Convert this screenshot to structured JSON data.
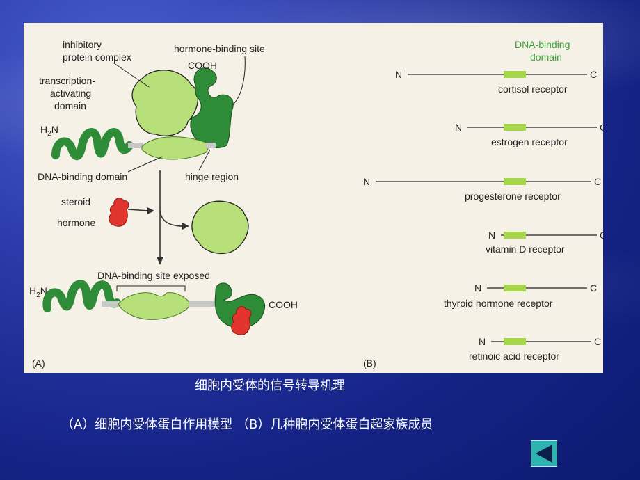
{
  "panel_a": {
    "inhibitory_label_1": "inhibitory",
    "inhibitory_label_2": "protein complex",
    "hormone_binding_site": "hormone-binding site",
    "cooh_top": "COOH",
    "transcription_label_1": "transcription-",
    "transcription_label_2": "activating",
    "transcription_label_3": "domain",
    "h2n_top": "H",
    "h2n_sub": "2",
    "h2n_n": "N",
    "dna_binding_domain": "DNA-binding domain",
    "hinge_region": "hinge region",
    "steroid_1": "steroid",
    "steroid_2": "hormone",
    "dna_site_exposed": "DNA-binding site exposed",
    "h2n_bottom": "H",
    "h2n_bottom_sub": "2",
    "h2n_bottom_n": "N",
    "cooh_bottom": "COOH",
    "panel_label": "(A)"
  },
  "panel_b": {
    "dna_domain_1": "DNA-binding",
    "dna_domain_2": "domain",
    "n": "N",
    "c": "C",
    "receptors": [
      "cortisol receptor",
      "estrogen receptor",
      "progesterone receptor",
      "vitamin D receptor",
      "thyroid hormone receptor",
      "retinoic acid receptor"
    ],
    "panel_label": "(B)"
  },
  "caption": {
    "title": "细胞内受体的信号转导机理",
    "subtitle": "（A）细胞内受体蛋白作用模型   （B）几种胞内受体蛋白超家族成员"
  },
  "colors": {
    "dark_green": "#2e8b37",
    "light_green": "#b8e07a",
    "hormone_red": "#e0342c",
    "domain_box": "#a8d64a",
    "button_teal": "#2fb3b0"
  },
  "nav": {
    "back_icon": "triangle-left-icon"
  }
}
